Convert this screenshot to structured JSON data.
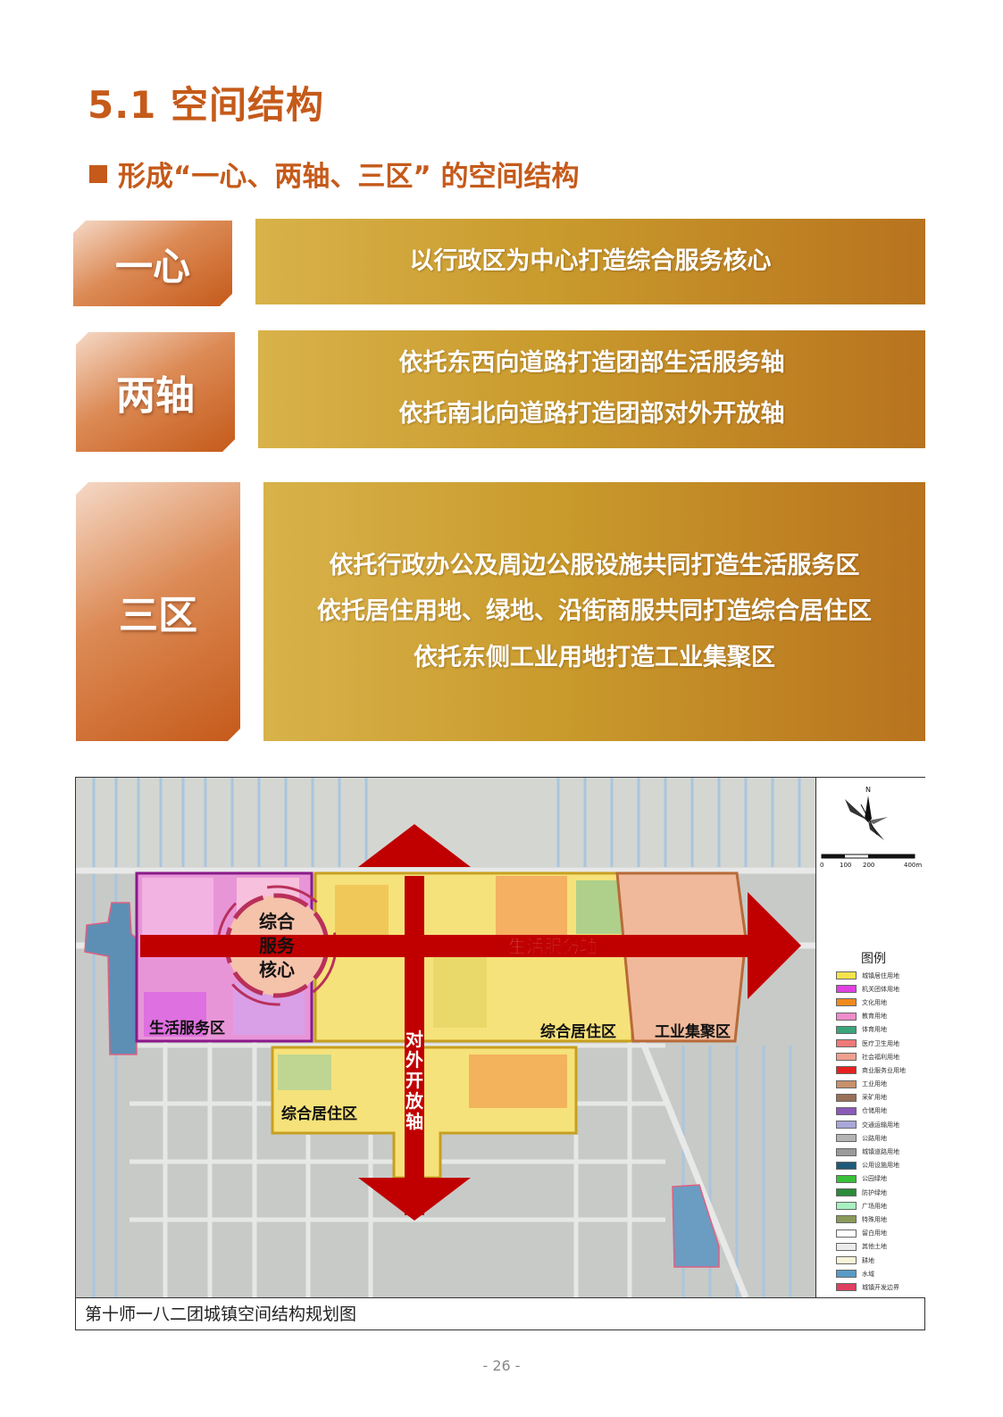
{
  "section": {
    "title": "5.1  空间结构"
  },
  "subtitle": "形成“一心、两轴、三区” 的空间结构",
  "structure_rows": [
    {
      "label": "一心",
      "lines": [
        "以行政区为中心打造综合服务核心"
      ]
    },
    {
      "label": "两轴",
      "lines": [
        "依托东西向道路打造团部生活服务轴",
        "依托南北向道路打造团部对外开放轴"
      ]
    },
    {
      "label": "三区",
      "lines": [
        "依托行政办公及周边公服设施共同打造生活服务区",
        "依托居住用地、绿地、沿街商服共同打造综合居住区",
        "依托东侧工业用地打造工业集聚区"
      ]
    }
  ],
  "map": {
    "caption": "第十师一八二团城镇空间结构规划图",
    "labels": {
      "core": [
        "综合",
        "服务",
        "核心"
      ],
      "life_axis": "生活服务轴",
      "open_axis": [
        "对",
        "外",
        "开",
        "放",
        "轴"
      ],
      "life_zone": "生活服务区",
      "residential_north": "综合居住区",
      "residential_south": "综合居住区",
      "industrial_zone": "工业集聚区"
    },
    "north_arrow": {
      "icon": "north-arrow-icon",
      "label": "N"
    },
    "scale_bar": {
      "ticks": [
        "0",
        "100",
        "200",
        "400m"
      ]
    },
    "legend": {
      "title": "图例",
      "items": [
        {
          "label": "城镇居住用地",
          "color": "#f5e34c"
        },
        {
          "label": "机关团体用地",
          "color": "#e040e0"
        },
        {
          "label": "文化用地",
          "color": "#f08a1e"
        },
        {
          "label": "教育用地",
          "color": "#f08ccc"
        },
        {
          "label": "体育用地",
          "color": "#3aa57a"
        },
        {
          "label": "医疗卫生用地",
          "color": "#f07878"
        },
        {
          "label": "社会福利用地",
          "color": "#f0a090"
        },
        {
          "label": "商业服务业用地",
          "color": "#e62020"
        },
        {
          "label": "工业用地",
          "color": "#c8906a"
        },
        {
          "label": "采矿用地",
          "color": "#9a7058"
        },
        {
          "label": "仓储用地",
          "color": "#8a5ab8"
        },
        {
          "label": "交通运输用地",
          "color": "#a8a8d8"
        },
        {
          "label": "公路用地",
          "color": "#b4b4b4"
        },
        {
          "label": "城镇道路用地",
          "color": "#9a9a9a"
        },
        {
          "label": "公用设施用地",
          "color": "#1e5a78"
        },
        {
          "label": "公园绿地",
          "color": "#38c038"
        },
        {
          "label": "防护绿地",
          "color": "#2a8a3a"
        },
        {
          "label": "广场用地",
          "color": "#a8f0c0"
        },
        {
          "label": "特殊用地",
          "color": "#8a9a5a"
        },
        {
          "label": "留白用地",
          "color": "#ffffff"
        },
        {
          "label": "其他土地",
          "color": "#ececec"
        },
        {
          "label": "耕地",
          "color": "#f8f4d8"
        },
        {
          "label": "水域",
          "color": "#5a9ac8"
        },
        {
          "label": "城镇开发边界",
          "color": "#e04060"
        }
      ]
    }
  },
  "page_number": "- 26 -",
  "colors": {
    "heading": "#c55a1a",
    "axis_arrow": "#c00000",
    "label_gradient_end": "#c55a1a",
    "panel_gold": "#c99a2c"
  }
}
